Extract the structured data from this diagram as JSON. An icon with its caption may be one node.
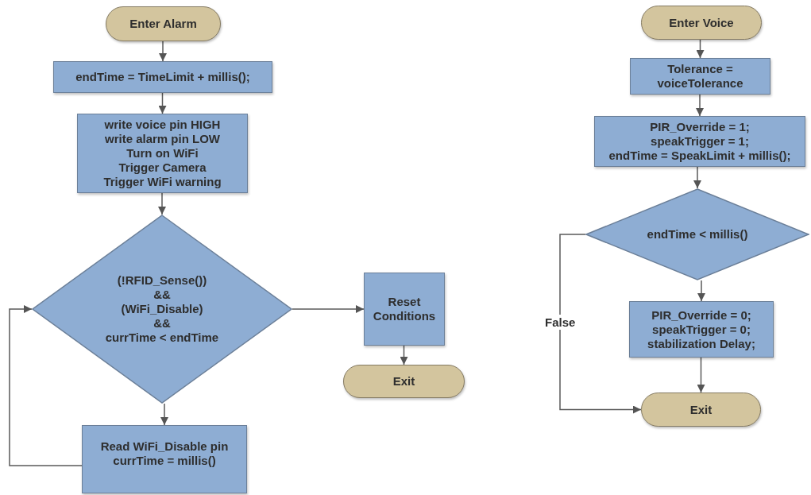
{
  "diagram": {
    "nodes": [
      {
        "text": [
          "Enter Alarm"
        ]
      },
      {
        "text": [
          "endTime = TimeLimit + millis();"
        ]
      },
      {
        "text": [
          "write voice pin HIGH",
          "write alarm pin LOW",
          "Turn on WiFi",
          "Trigger Camera",
          "Trigger WiFi warning"
        ]
      },
      {
        "text": [
          "(!RFID_Sense())",
          "&&",
          "(WiFi_Disable)",
          "&&",
          "currTime < endTime"
        ]
      },
      {
        "text": [
          "Reset Conditions"
        ]
      },
      {
        "text": [
          "Exit"
        ]
      },
      {
        "text": [
          "Read WiFi_Disable pin",
          "currTime = millis()"
        ]
      },
      {
        "text": [
          "Enter Voice"
        ]
      },
      {
        "text": [
          "Tolerance = voiceTolerance"
        ]
      },
      {
        "text": [
          "PIR_Override = 1;",
          "speakTrigger = 1;",
          "endTime = SpeakLimit + millis();"
        ]
      },
      {
        "text": [
          "endTime < millis()"
        ]
      },
      {
        "text": [
          "PIR_Override = 0;",
          "speakTrigger = 0;",
          "stabilization Delay;"
        ]
      },
      {
        "text": [
          "Exit"
        ]
      }
    ],
    "edges": [
      {
        "from": 0,
        "to": 1,
        "arrow": "to"
      },
      {
        "from": 1,
        "to": 2,
        "arrow": "to"
      },
      {
        "from": 2,
        "to": 3,
        "arrow": "to"
      },
      {
        "from": 3,
        "to": 6,
        "arrow": "to"
      },
      {
        "from": 6,
        "to": 3,
        "arrow": "to"
      },
      {
        "from": 3,
        "to": 4,
        "arrow": "to"
      },
      {
        "from": 4,
        "to": 5,
        "arrow": "to"
      },
      {
        "from": 7,
        "to": 8,
        "arrow": "to"
      },
      {
        "from": 8,
        "to": 9,
        "arrow": "to"
      },
      {
        "from": 9,
        "to": 10,
        "arrow": "to"
      },
      {
        "from": 10,
        "to": 11,
        "arrow": "to"
      },
      {
        "from": 11,
        "to": 12,
        "arrow": "to"
      },
      {
        "from": 10,
        "to": 12,
        "label": "False",
        "arrow": "to"
      }
    ]
  }
}
